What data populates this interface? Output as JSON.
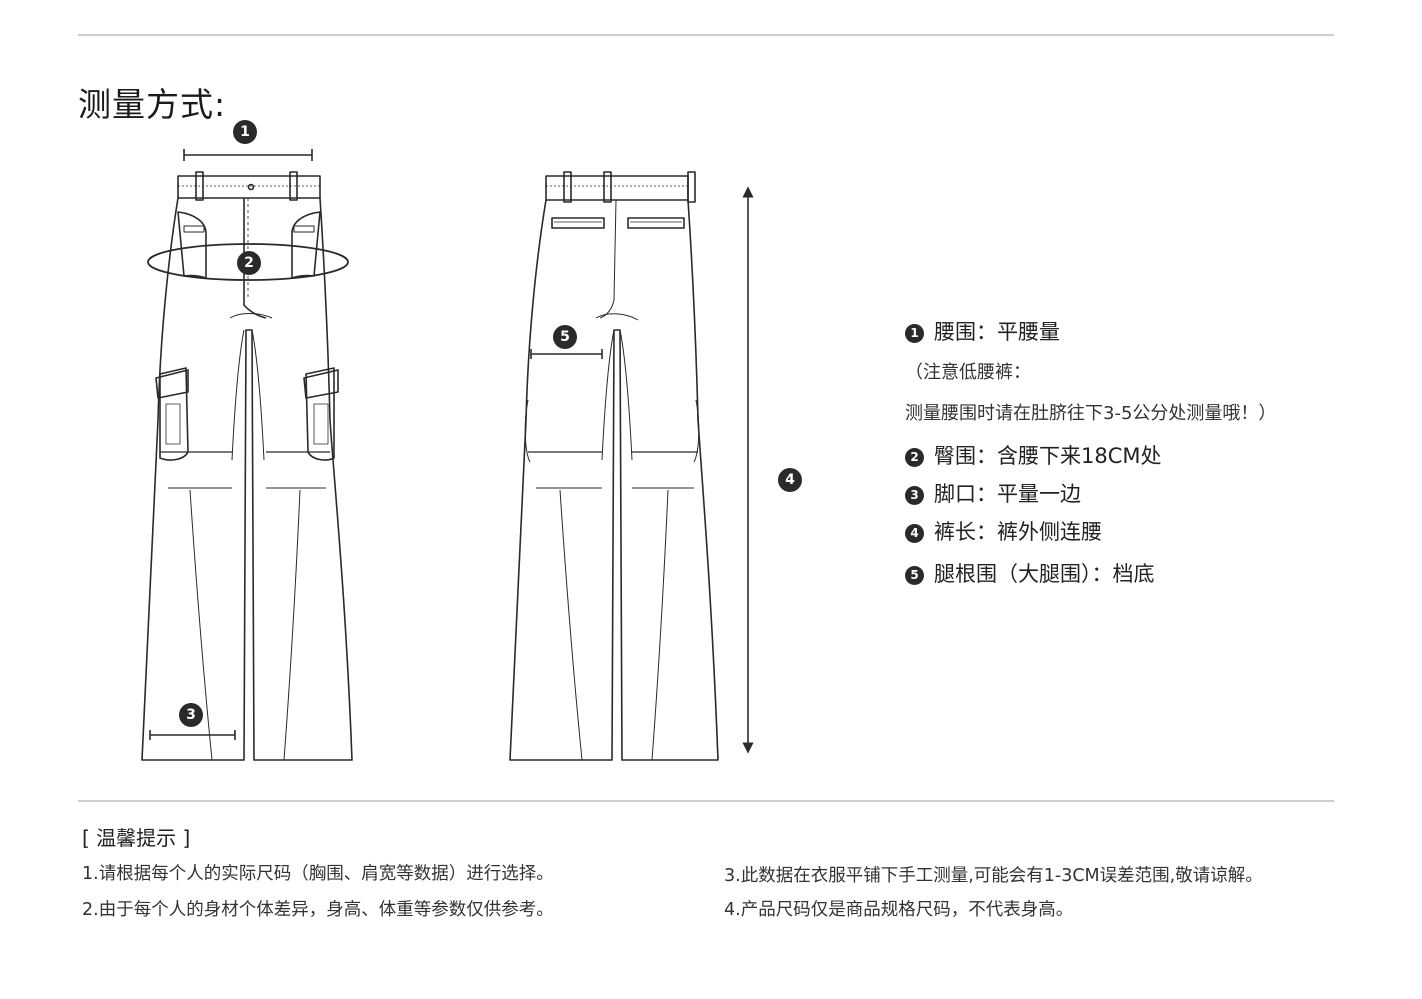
{
  "title": "测量方式:",
  "markers": {
    "m1": "1",
    "m2": "2",
    "m3": "3",
    "m4": "4",
    "m5": "5"
  },
  "legend": {
    "item1": {
      "num": "1",
      "text": "腰围：平腰量"
    },
    "note_line1": "（注意低腰裤：",
    "note_line2": "测量腰围时请在肚脐往下3-5公分处测量哦！）",
    "item2": {
      "num": "2",
      "text": "臀围：含腰下来18CM处"
    },
    "item3": {
      "num": "3",
      "text": "脚口：平量一边"
    },
    "item4": {
      "num": "4",
      "text": "裤长：裤外侧连腰"
    },
    "item5": {
      "num": "5",
      "text": "腿根围（大腿围）：档底"
    }
  },
  "tips": {
    "heading": "[ 温馨提示 ]",
    "t1": "1.请根据每个人的实际尺码（胸围、肩宽等数据）进行选择。",
    "t2": "2.由于每个人的身材个体差异，身高、体重等参数仅供参考。",
    "t3": "3.此数据在衣服平铺下手工测量,可能会有1-3CM误差范围,敬请谅解。",
    "t4": "4.产品尺码仅是商品规格尺码，不代表身高。"
  },
  "colors": {
    "line": "#2a2a2a",
    "rule": "#cfcfcf",
    "text": "#222222"
  }
}
